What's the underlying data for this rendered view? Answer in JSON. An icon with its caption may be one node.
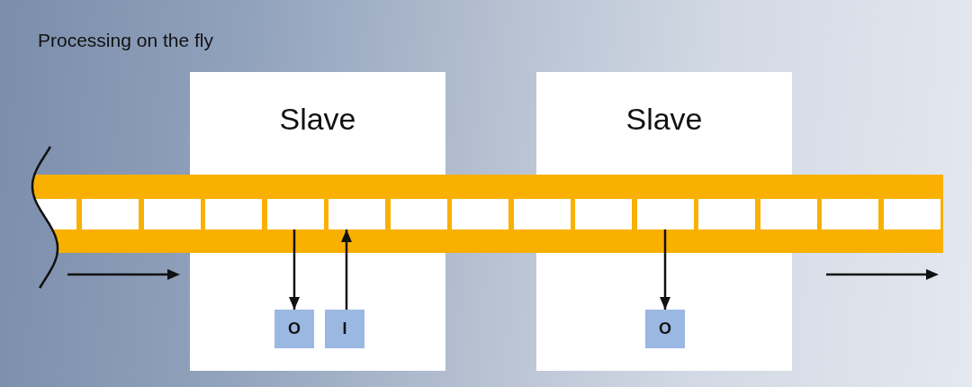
{
  "diagram": {
    "title": "Processing on the fly",
    "nodes": [
      {
        "text": [
          "Slave"
        ]
      },
      {
        "text": [
          "Slave"
        ]
      },
      {
        "text": [],
        "shape": "bar"
      },
      {
        "text": [],
        "shape": "box",
        "in": 2
      },
      {
        "text": [],
        "shape": "box",
        "in": 2
      },
      {
        "text": [],
        "shape": "box",
        "in": 2
      },
      {
        "text": [],
        "shape": "box"
      },
      {
        "text": [],
        "shape": "box"
      },
      {
        "text": [],
        "shape": "box"
      },
      {
        "text": [],
        "shape": "box"
      },
      {
        "text": [],
        "shape": "box",
        "in": 2
      },
      {
        "text": [],
        "shape": "box",
        "in": 2
      },
      {
        "text": [],
        "shape": "box"
      },
      {
        "text": [],
        "shape": "box"
      },
      {
        "text": [],
        "shape": "box"
      },
      {
        "text": [],
        "shape": "box",
        "in": 2
      },
      {
        "text": [],
        "shape": "box",
        "in": 2
      },
      {
        "text": [],
        "shape": "box",
        "in": 2
      },
      {
        "text": [
          "O"
        ],
        "in": 0
      },
      {
        "text": [
          "I"
        ],
        "in": 0
      },
      {
        "text": [
          "O"
        ],
        "in": 1
      }
    ],
    "edges": [
      {
        "from": 7,
        "to": 18,
        "arrow": "to"
      },
      {
        "from": 19,
        "to": 8,
        "arrow": "to"
      },
      {
        "from": 13,
        "to": 20,
        "arrow": "to"
      }
    ]
  }
}
